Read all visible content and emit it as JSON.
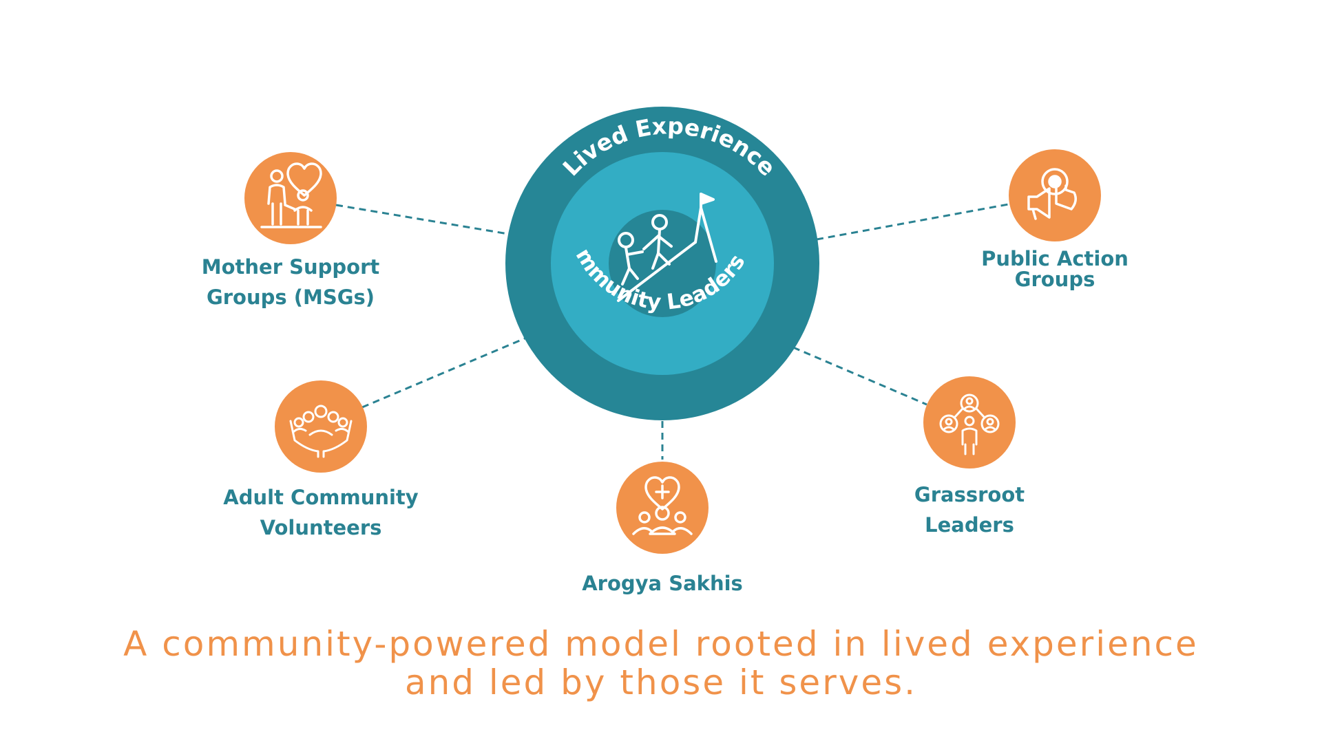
{
  "diagram": {
    "outer_ring_label": "Lived Experience",
    "inner_ring_label": "Community Leadership",
    "nodes": [
      {
        "id": "msg",
        "label_lines": [
          "Mother Support",
          "Groups (MSGs)"
        ],
        "icon": "family-heart-icon"
      },
      {
        "id": "acv",
        "label_lines": [
          "Adult Community",
          "Volunteers"
        ],
        "icon": "hands-holding-people-icon"
      },
      {
        "id": "arogya",
        "label_lines": [
          "Arogya Sakhis"
        ],
        "icon": "heart-medical-cross-group-icon"
      },
      {
        "id": "grassroot",
        "label_lines": [
          "Grassroot",
          "Leaders"
        ],
        "icon": "leader-network-icon"
      },
      {
        "id": "pag",
        "label_lines": [
          "Public Action",
          "Groups"
        ],
        "icon": "megaphone-pointer-icon"
      }
    ],
    "center_icon": "people-climbing-mountain-flag-icon"
  },
  "tagline": {
    "line1": "A community-powered model rooted in lived experience",
    "line2": "and led by those it serves."
  },
  "colors": {
    "outer_ring": "#268696",
    "mid_ring": "#33adc4",
    "inner_core": "#268696",
    "node_fill": "#f1924a",
    "label": "#2a8292",
    "tagline": "#f0924a",
    "connector": "#2a8292"
  }
}
